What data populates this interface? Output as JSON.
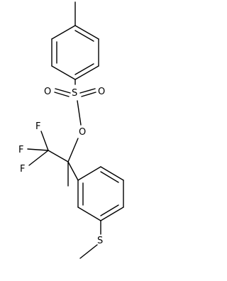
{
  "molecule": {
    "atom_labels": {
      "sulfonyl_sulfur": "S",
      "sulfonyl_oxygen_1": "O",
      "sulfonyl_oxygen_2": "O",
      "ester_oxygen": "O",
      "fluorine_top": "F",
      "fluorine_left_1": "F",
      "fluorine_left_2": "F",
      "thioether_sulfur": "S"
    },
    "colors": {
      "bond": "#000000",
      "label": "#000000",
      "background": "#ffffff"
    }
  }
}
